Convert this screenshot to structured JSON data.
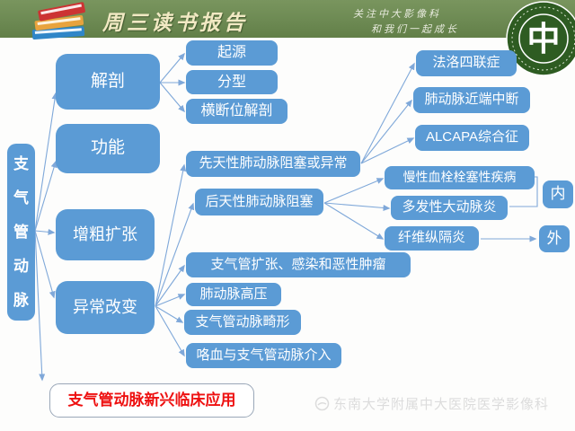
{
  "header": {
    "title": "周三读书报告",
    "slogan": {
      "line1": "关注中大影像科",
      "line2": "和我们一起成长"
    },
    "logo_glyph": "中",
    "icon": "books-stack-icon"
  },
  "colors": {
    "header_band": "#6f8c55",
    "node_fill": "#5b9bd5",
    "node_text": "#ffffff",
    "connector": "#7fa8d9",
    "logo_green": "#2e5c22",
    "highlight_text": "#ee1111",
    "watermark_text": "#dcdcdc"
  },
  "diagram": {
    "root": {
      "label": "支气管动脉"
    },
    "anatomy": {
      "label": "解剖"
    },
    "origin": {
      "label": "起源"
    },
    "classification": {
      "label": "分型"
    },
    "axial": {
      "label": "横断位解剖"
    },
    "function": {
      "label": "功能"
    },
    "dilation": {
      "label": "增粗扩张"
    },
    "abnormal": {
      "label": "异常改变"
    },
    "congenital": {
      "label": "先天性肺动脉阻塞或异常"
    },
    "acquired": {
      "label": "后天性肺动脉阻塞"
    },
    "fallot": {
      "label": "法洛四联症"
    },
    "interruption": {
      "label": "肺动脉近端中断"
    },
    "alcapa": {
      "label": "ALCAPA综合征"
    },
    "cteph": {
      "label": "慢性血栓栓塞性疾病"
    },
    "takayasu": {
      "label": "多发性大动脉炎"
    },
    "fibrosing": {
      "label": "纤维纵隔炎"
    },
    "intra": {
      "label": "内"
    },
    "extra": {
      "label": "外"
    },
    "bronchiectasis": {
      "label": "支气管扩张、感染和恶性肿瘤"
    },
    "pah": {
      "label": "肺动脉高压"
    },
    "malformation": {
      "label": "支气管动脉畸形"
    },
    "hemoptysis": {
      "label": "咯血与支气管动脉介入"
    },
    "clinical": {
      "label": "支气管动脉新兴临床应用"
    },
    "edges": [
      [
        "root",
        "anatomy"
      ],
      [
        "root",
        "function"
      ],
      [
        "root",
        "dilation"
      ],
      [
        "root",
        "abnormal"
      ],
      [
        "root",
        "clinical"
      ],
      [
        "anatomy",
        "origin"
      ],
      [
        "anatomy",
        "classification"
      ],
      [
        "anatomy",
        "axial"
      ],
      [
        "abnormal",
        "congenital"
      ],
      [
        "abnormal",
        "acquired"
      ],
      [
        "abnormal",
        "bronchiectasis"
      ],
      [
        "abnormal",
        "pah"
      ],
      [
        "abnormal",
        "malformation"
      ],
      [
        "abnormal",
        "hemoptysis"
      ],
      [
        "congenital",
        "fallot"
      ],
      [
        "congenital",
        "interruption"
      ],
      [
        "congenital",
        "alcapa"
      ],
      [
        "acquired",
        "cteph"
      ],
      [
        "acquired",
        "takayasu"
      ],
      [
        "acquired",
        "fibrosing"
      ],
      [
        "cteph",
        "intra"
      ],
      [
        "takayasu",
        "intra"
      ],
      [
        "fibrosing",
        "extra"
      ]
    ]
  },
  "footer": {
    "watermark": "东南大学附属中大医院医学影像科"
  }
}
